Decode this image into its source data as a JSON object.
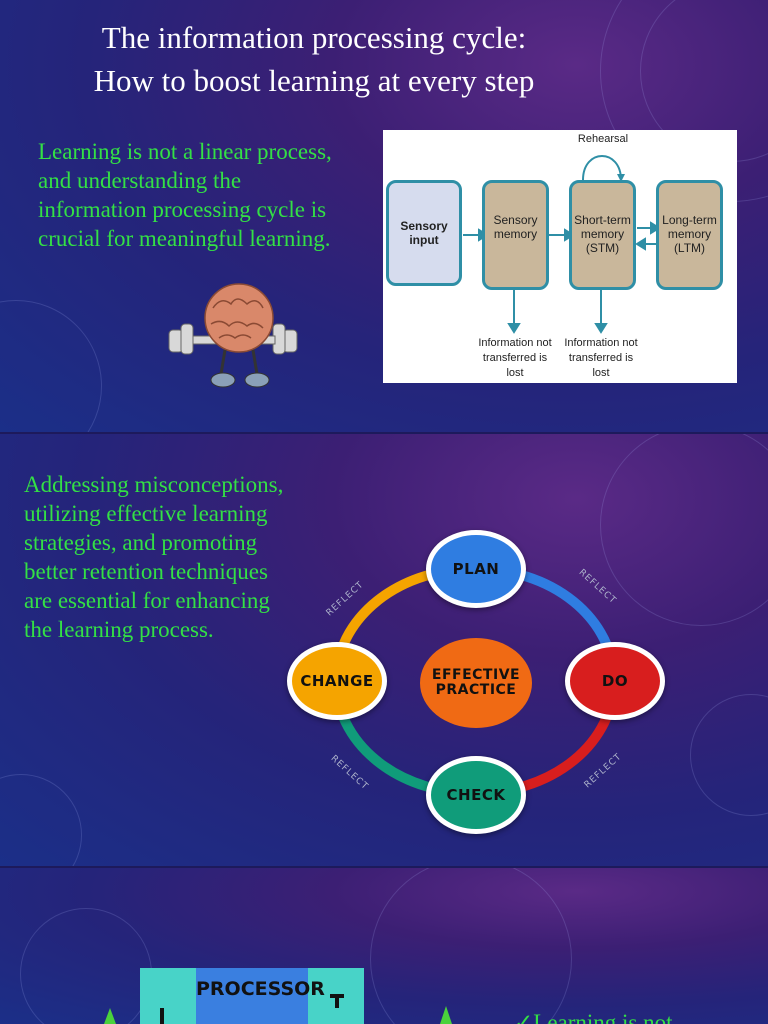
{
  "slide1": {
    "title_line1": "The information processing cycle:",
    "title_line2": "How to boost learning at every step",
    "intro_text": "Learning is not a linear process, and understanding the information processing cycle is crucial for meaningful learning.",
    "diagram": {
      "rehearsal": "Rehearsal",
      "sensory_input": "Sensory input",
      "sensory_memory": "Sensory memory",
      "stm": "Short-term memory (STM)",
      "ltm": "Long-term memory (LTM)",
      "lost_1": "Information not transferred is lost",
      "lost_2": "Information not transferred is lost"
    }
  },
  "slide2": {
    "body_text": "Addressing misconceptions, utilizing effective learning strategies, and promoting better retention techniques are essential for enhancing the learning process.",
    "cycle": {
      "plan": "PLAN",
      "do": "DO",
      "check": "CHECK",
      "change": "CHANGE",
      "center_line1": "EFFECTIVE",
      "center_line2": "PRACTICE",
      "reflect": "REFLECT",
      "colors": {
        "plan": "#2f7de1",
        "do": "#d81e1e",
        "check": "#109c7a",
        "change": "#f5a400",
        "center": "#f06a14"
      }
    }
  },
  "slide3": {
    "processor_label": "PROCESSOR",
    "partial_text": "✓Learning is not"
  }
}
